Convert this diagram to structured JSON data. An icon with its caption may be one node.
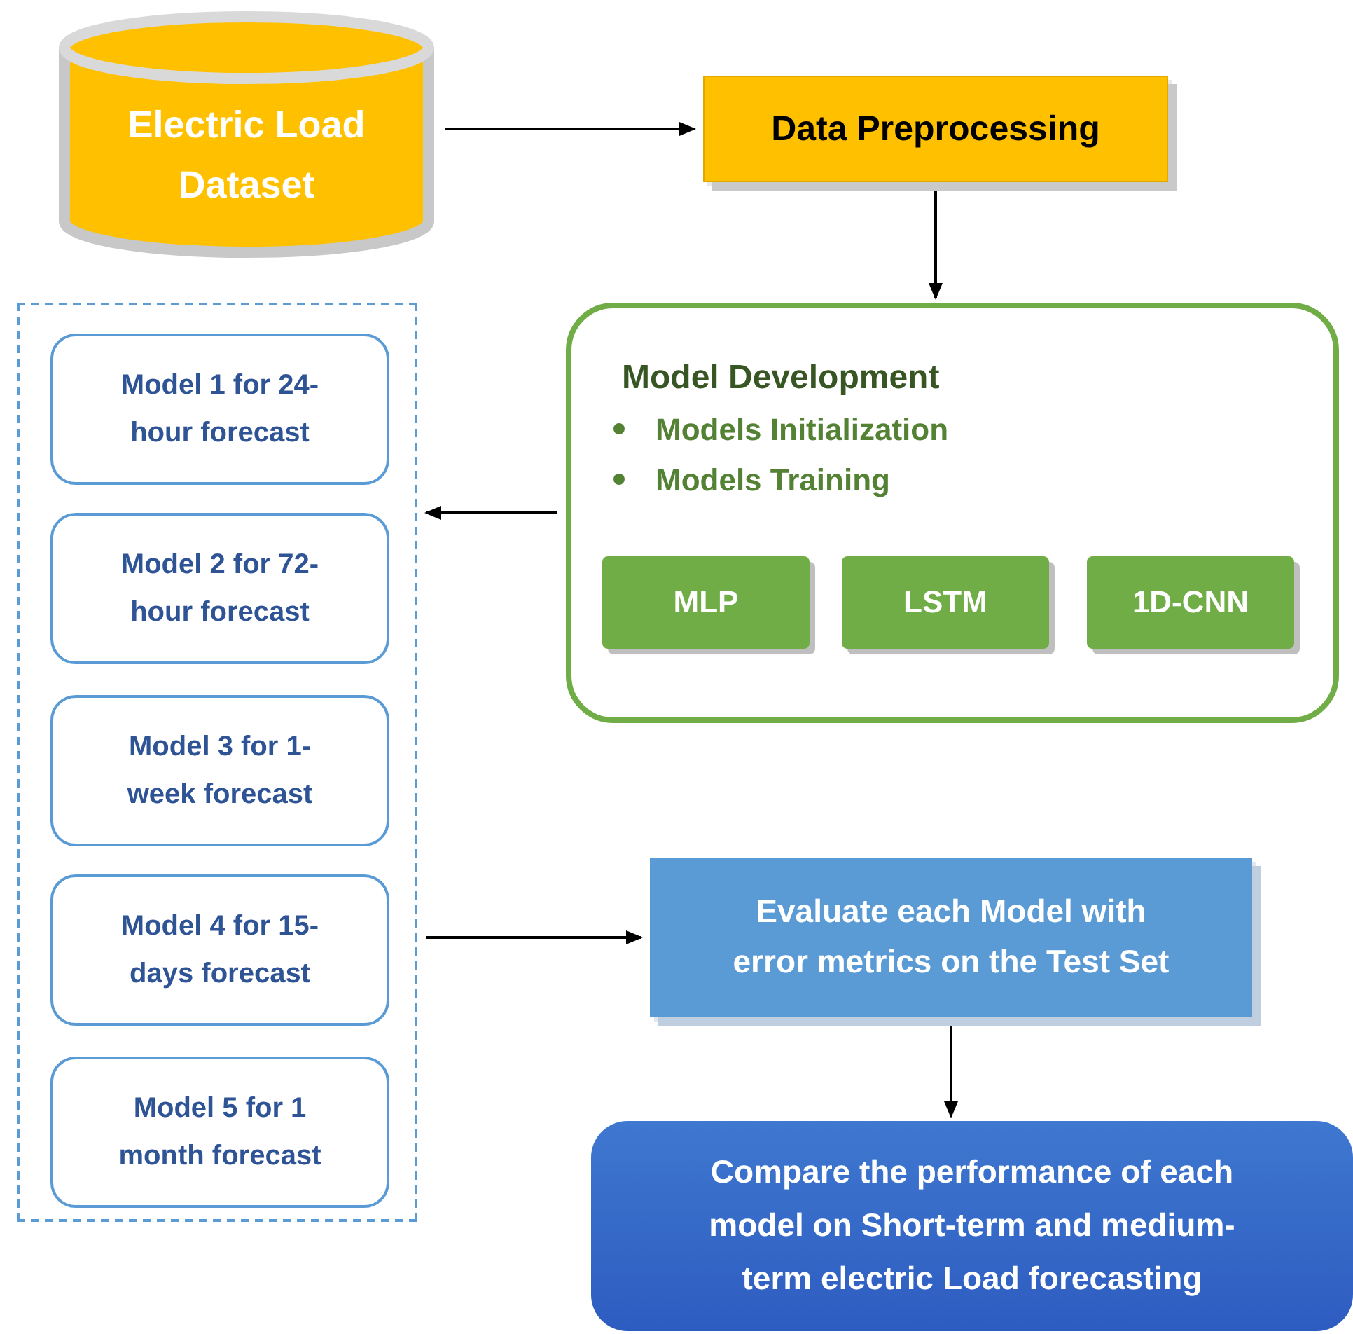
{
  "diagram": {
    "nodes": [
      {
        "text": [
          "Electric Load Dataset"
        ]
      },
      {
        "text": [
          "Data Preprocessing"
        ]
      },
      {
        "text": [
          "Model Development",
          "Models Initialization",
          "Models Training"
        ]
      },
      {
        "text": [
          "MLP"
        ],
        "in": 2
      },
      {
        "text": [
          "LSTM"
        ],
        "in": 2
      },
      {
        "text": [
          "1D-CNN"
        ],
        "in": 2
      },
      {
        "text": [],
        "shape": "box"
      },
      {
        "text": [
          "Model 1 for 24-hour forecast"
        ],
        "in": 6
      },
      {
        "text": [
          "Model 2 for 72-hour forecast"
        ],
        "in": 6
      },
      {
        "text": [
          "Model 3 for 1-week forecast"
        ],
        "in": 6
      },
      {
        "text": [
          "Model 4 for 15-days forecast"
        ],
        "in": 6
      },
      {
        "text": [
          "Model 5 for 1 month forecast"
        ],
        "in": 6
      },
      {
        "text": [
          "Evaluate each Model with error metrics on the Test Set"
        ]
      },
      {
        "text": [
          "Compare the performance of each model on Short-term and medium-term electric Load forecasting"
        ]
      }
    ],
    "edges": [
      {
        "from": 0,
        "to": 1,
        "arrow": "to"
      },
      {
        "from": 1,
        "to": 2,
        "arrow": "to"
      },
      {
        "from": 2,
        "to": 6,
        "arrow": "to"
      },
      {
        "from": 6,
        "to": 12,
        "arrow": "to"
      },
      {
        "from": 12,
        "to": 13,
        "arrow": "to"
      }
    ]
  }
}
